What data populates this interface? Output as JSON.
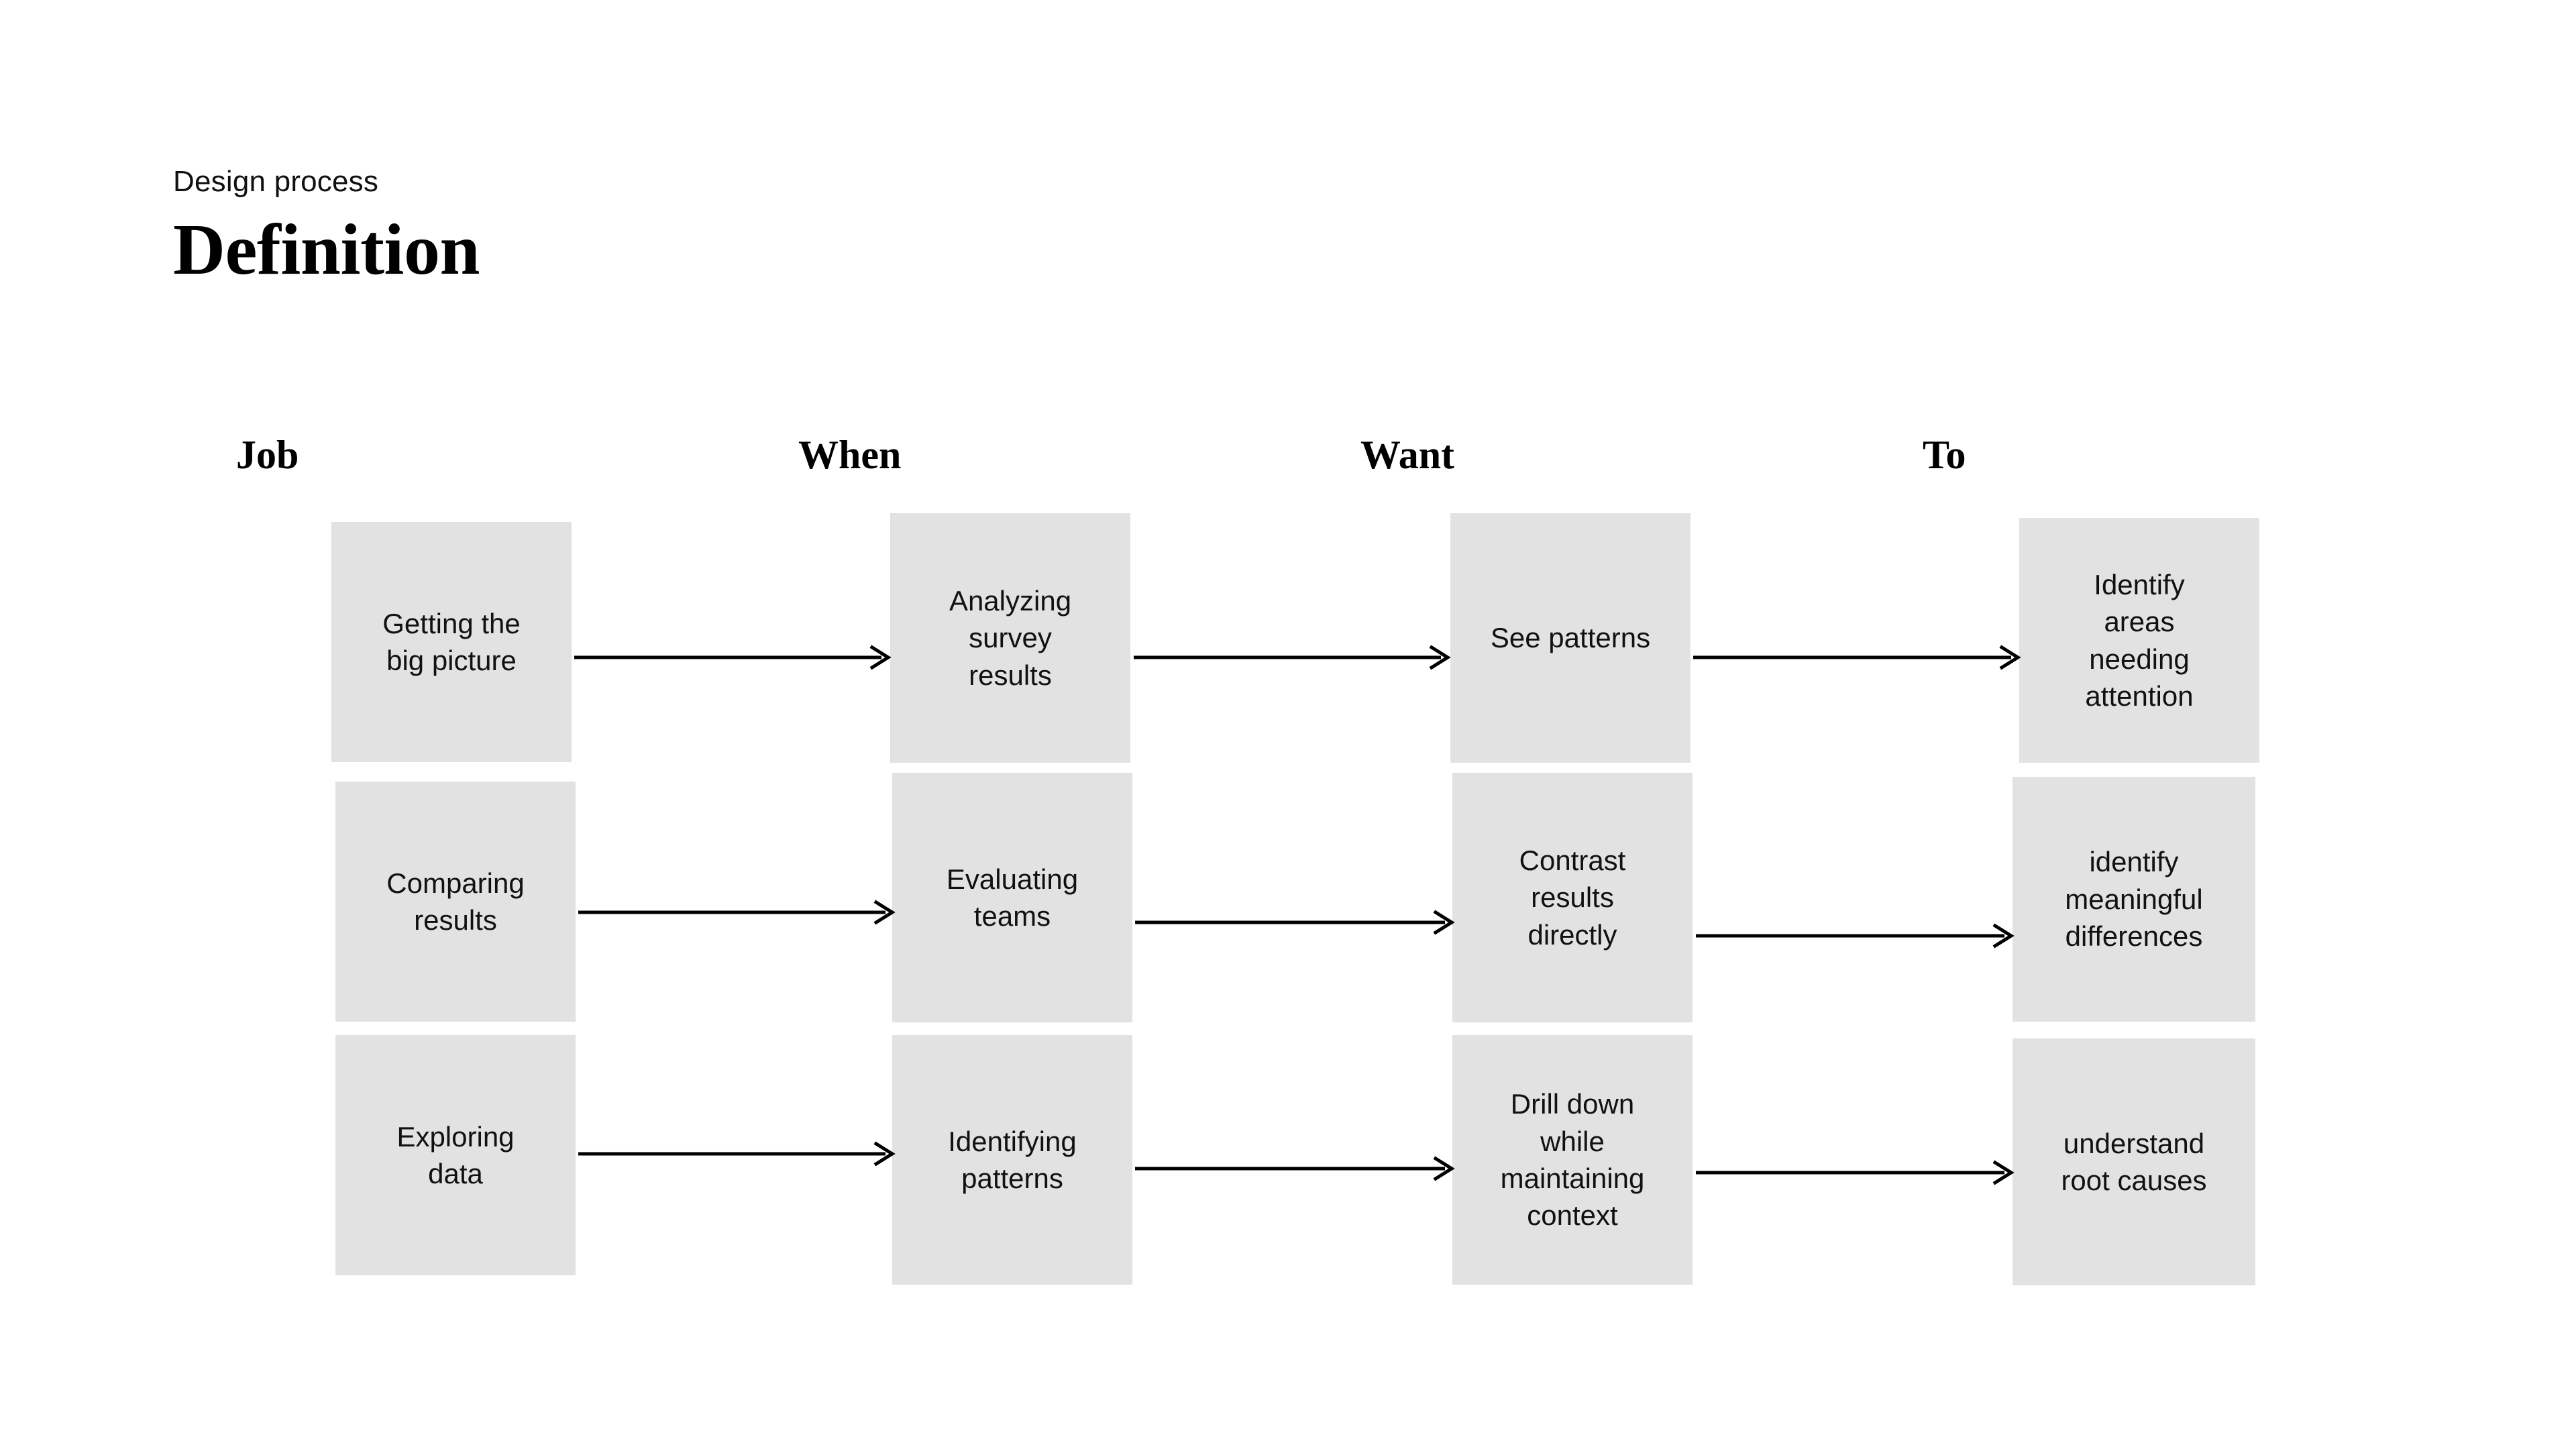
{
  "header": {
    "eyebrow": "Design process",
    "title": "Definition"
  },
  "columns": [
    {
      "label": "Job"
    },
    {
      "label": "When"
    },
    {
      "label": "Want"
    },
    {
      "label": "To"
    }
  ],
  "colors": {
    "background": "#ffffff",
    "box_fill": "#E2E2E2",
    "text": "#111111",
    "arrow": "#000000"
  },
  "rows": [
    {
      "id": "row-1",
      "cells": [
        {
          "label": "Getting the\nbig picture"
        },
        {
          "label": "Analyzing\nsurvey\nresults"
        },
        {
          "label": "See patterns"
        },
        {
          "label": "Identify\nareas\nneeding\nattention"
        }
      ]
    },
    {
      "id": "row-2",
      "cells": [
        {
          "label": "Comparing\nresults"
        },
        {
          "label": "Evaluating\nteams"
        },
        {
          "label": "Contrast\nresults\ndirectly"
        },
        {
          "label": "identify\nmeaningful\ndifferences"
        }
      ]
    },
    {
      "id": "row-3",
      "cells": [
        {
          "label": "Exploring\ndata"
        },
        {
          "label": "Identifying\npatterns"
        },
        {
          "label": "Drill down\nwhile\nmaintaining\ncontext"
        },
        {
          "label": "understand\nroot causes"
        }
      ]
    }
  ]
}
